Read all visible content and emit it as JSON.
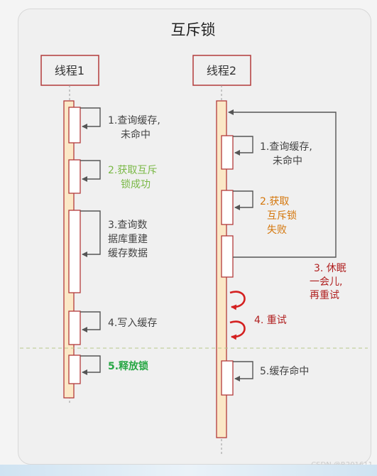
{
  "title": "互斥锁",
  "watermark": "CSDN @R201611",
  "colors": {
    "box_border": "#b33a3a",
    "bar_fill": "#fbe8c6",
    "lifeline": "#9a9a9a",
    "arrow": "#555555",
    "text": "#444444",
    "green_light": "#7ab846",
    "green": "#28a745",
    "orange": "#d4760b",
    "red": "#b02020",
    "divider": "#b9c98a"
  },
  "threads": [
    {
      "name": "线程1",
      "steps": [
        {
          "lines": [
            "1.查询缓存,",
            "未命中"
          ],
          "color": "#444444"
        },
        {
          "lines": [
            "2.获取互斥",
            "锁成功"
          ],
          "color": "#7ab846"
        },
        {
          "lines": [
            "3.查询数",
            "据库重建",
            "缓存数据"
          ],
          "color": "#444444"
        },
        {
          "lines": [
            "4.写入缓存"
          ],
          "color": "#444444"
        },
        {
          "lines": [
            "5.释放锁"
          ],
          "color": "#28a745"
        }
      ]
    },
    {
      "name": "线程2",
      "steps": [
        {
          "lines": [
            "1.查询缓存,",
            "未命中"
          ],
          "color": "#444444"
        },
        {
          "lines": [
            "2.获取",
            "互斥锁",
            "失败"
          ],
          "color": "#d4760b"
        },
        {
          "lines": [
            "3. 休眠",
            "一会儿,",
            "再重试"
          ],
          "color": "#b02020"
        },
        {
          "lines": [
            "4. 重试"
          ],
          "color": "#b02020"
        },
        {
          "lines": [
            "5.缓存命中"
          ],
          "color": "#444444"
        }
      ]
    }
  ]
}
